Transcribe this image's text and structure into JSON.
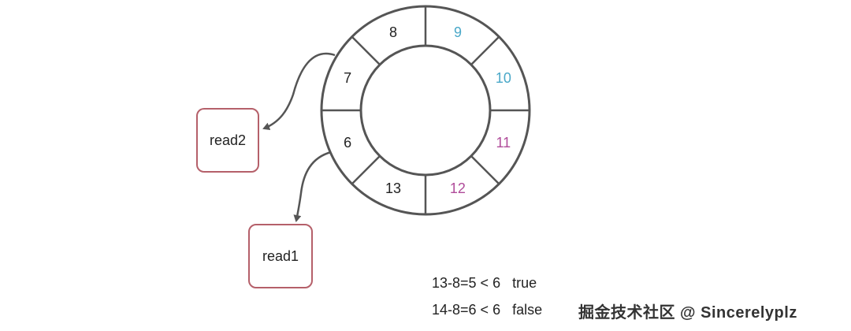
{
  "ring": {
    "segments": [
      {
        "label": "8",
        "color": "#222222"
      },
      {
        "label": "9",
        "color": "#4aa8c8"
      },
      {
        "label": "10",
        "color": "#4aa8c8"
      },
      {
        "label": "11",
        "color": "#b04c9a"
      },
      {
        "label": "12",
        "color": "#b04c9a"
      },
      {
        "label": "13",
        "color": "#222222"
      },
      {
        "label": "6",
        "color": "#222222"
      },
      {
        "label": "7",
        "color": "#222222"
      }
    ]
  },
  "readers": {
    "read2": "read2",
    "read1": "read1"
  },
  "equations": {
    "line1": "13-8=5 < 6   true",
    "line2": "14-8=6 < 6   false"
  },
  "watermark": "掘金技术社区 @ Sincerelyplz",
  "colors": {
    "ring_stroke": "#555555",
    "box_border": "#b5606a",
    "arrow": "#555555"
  }
}
